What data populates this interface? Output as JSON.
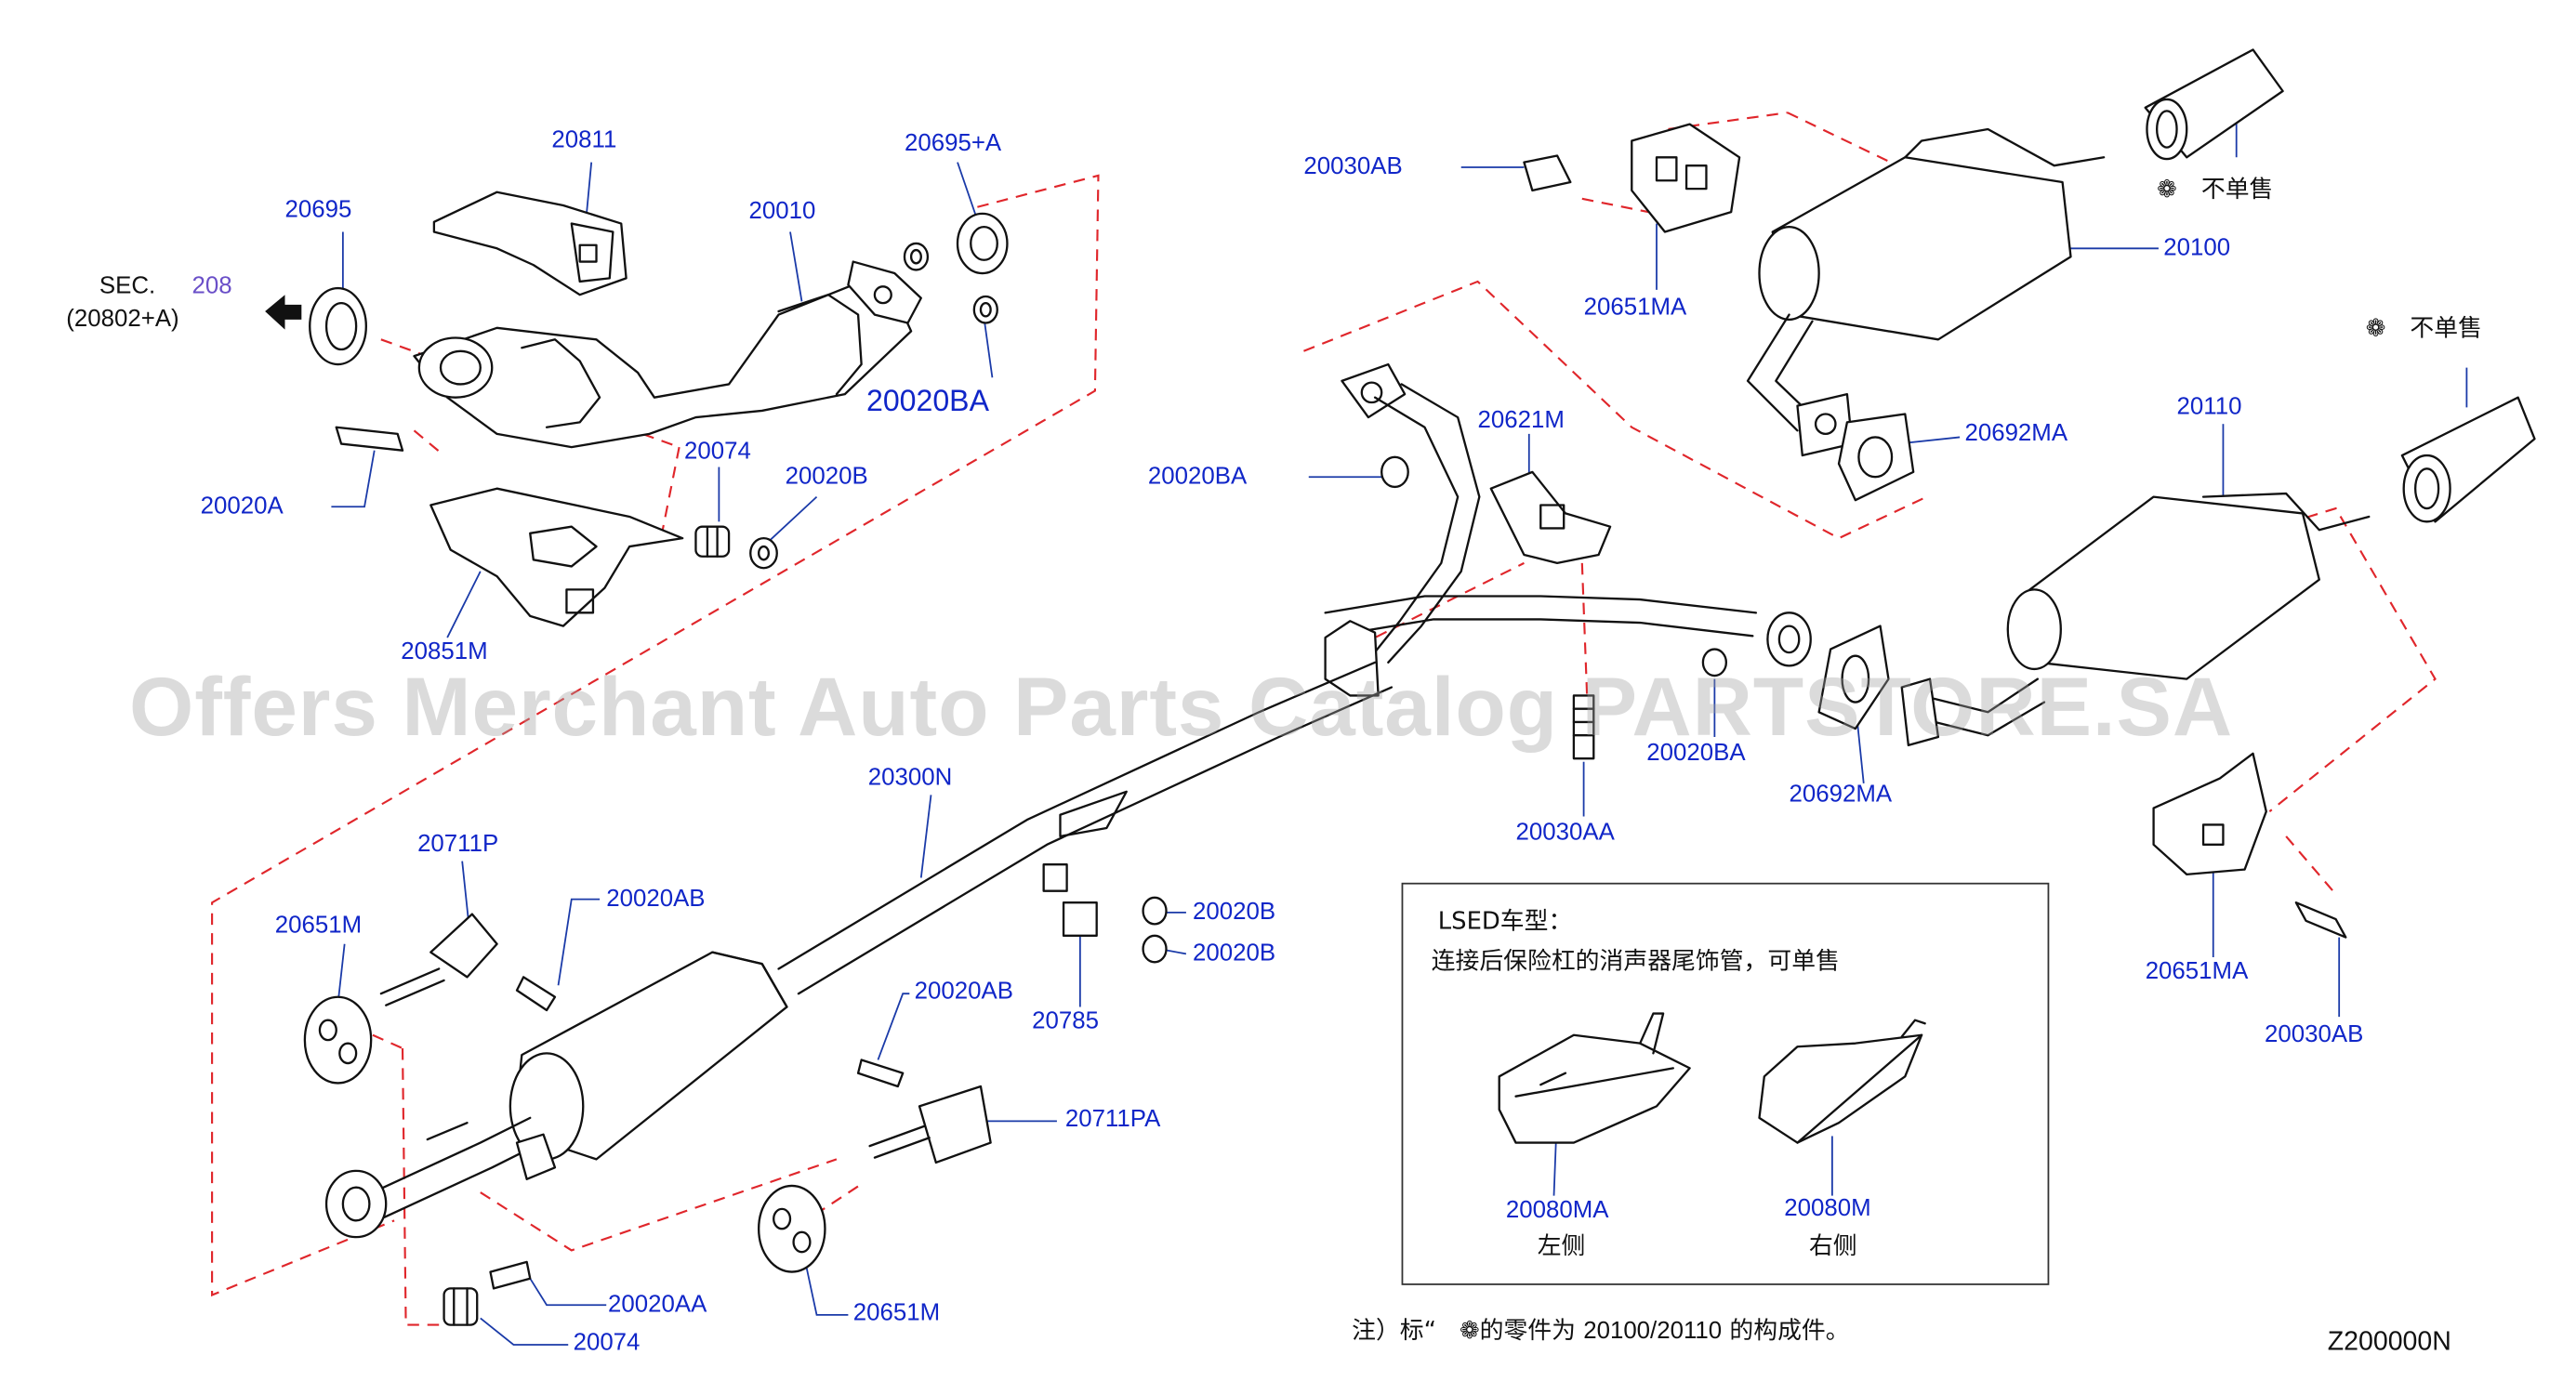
{
  "sec_ref": {
    "prefix": "SEC.",
    "number": "208",
    "sub": "(20802+A)"
  },
  "labels": {
    "p20811": "20811",
    "p20695": "20695",
    "p20010": "20010",
    "p20695A": "20695+A",
    "p20020BA_big": "20020BA",
    "p20020A": "20020A",
    "p20074_top": "20074",
    "p20020B_top": "20020B",
    "p20851M": "20851M",
    "p20030AB_top": "20030AB",
    "p20651MA_top": "20651MA",
    "p20100": "20100",
    "p20692MA_top": "20692MA",
    "p20110": "20110",
    "p20621M": "20621M",
    "p20020BA_mid": "20020BA",
    "p20300N": "20300N",
    "p20020BA_low": "20020BA",
    "p20030AA": "20030AA",
    "p20692MA_low": "20692MA",
    "p20651MA_right": "20651MA",
    "p20030AB_right": "20030AB",
    "p20711P": "20711P",
    "p20020AB_left": "20020AB",
    "p20651M_left": "20651M",
    "p20020B_a": "20020B",
    "p20020B_b": "20020B",
    "p20785": "20785",
    "p20020AB_mid": "20020AB",
    "p20711PA": "20711PA",
    "p20020AA": "20020AA",
    "p20651M_bottom": "20651M",
    "p20074_bottom": "20074"
  },
  "not_sold": {
    "symbol": "❁",
    "text_top": "不单售",
    "text_right": "不单售"
  },
  "lsed_box": {
    "title": "LSED车型：",
    "description": "连接后保险杠的消声器尾饰管，可单售",
    "left_part": "20080MA",
    "left_side": "左侧",
    "right_part": "20080M",
    "right_side": "右侧"
  },
  "footnote": {
    "prefix": "注）标“",
    "symbol": "❁",
    "middle": "的零件为 ",
    "parts": "20100/20110",
    "suffix": " 的构成件。"
  },
  "diagram_code": "Z200000N",
  "watermark": "Offers Merchant Auto Parts Catalog PARTSTORE.SA"
}
